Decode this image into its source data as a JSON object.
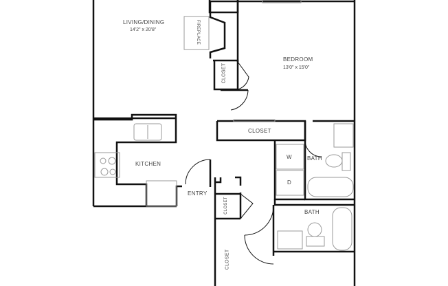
{
  "floorplan": {
    "rooms": [
      {
        "name": "LIVING/DINING",
        "dimensions": "14'2\" x 20'8\""
      },
      {
        "name": "BEDROOM",
        "dimensions": "13'0\" x 15'0\""
      },
      {
        "name": "KITCHEN"
      },
      {
        "name": "ENTRY"
      },
      {
        "name": "BATH"
      },
      {
        "name": "BATH"
      }
    ],
    "labels": {
      "fireplace": "FIREPLACE",
      "closet_living": "CLOSET",
      "closet_bedroom": "CLOSET",
      "closet_entry": "CLOSET",
      "closet_hall": "CLOSET",
      "washer": "W",
      "dryer": "D"
    },
    "colors": {
      "wall": "#111111",
      "fixture": "#999999",
      "text": "#444444"
    }
  }
}
